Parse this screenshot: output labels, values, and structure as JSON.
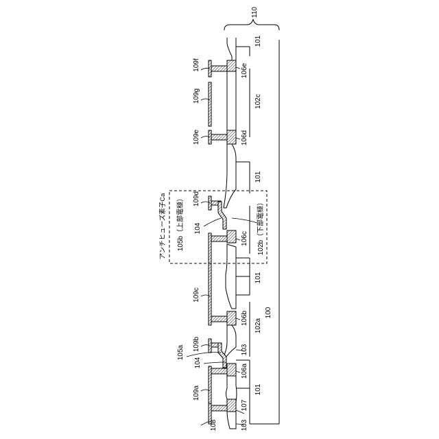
{
  "labels": {
    "l110": "110",
    "l101_top": "101",
    "l106e": "106e",
    "l109f": "109f",
    "l109g": "109g",
    "l102c": "102c",
    "l109e": "109e",
    "l106d": "106d",
    "l101_mid": "101",
    "box_title": "アンチヒューズ素子Ca",
    "l109d": "109d",
    "l105b": "105b（上部電極）",
    "l104_upper": "104",
    "l106c": "106c",
    "l102b": "102b（下部電極）",
    "l101_mid2": "101",
    "l109c": "109c",
    "l106b": "106b",
    "l102a": "102a",
    "l100": "100",
    "l105a": "105a",
    "l109b": "109b",
    "l103_mid": "103",
    "l104_lower": "104",
    "l106a": "106a",
    "l109a": "109a",
    "l101_bottom": "101",
    "l107": "107",
    "l108": "108",
    "l103_bottom": "103"
  },
  "colors": {
    "line": "#000000",
    "hatch": "#555555",
    "background": "#ffffff"
  }
}
